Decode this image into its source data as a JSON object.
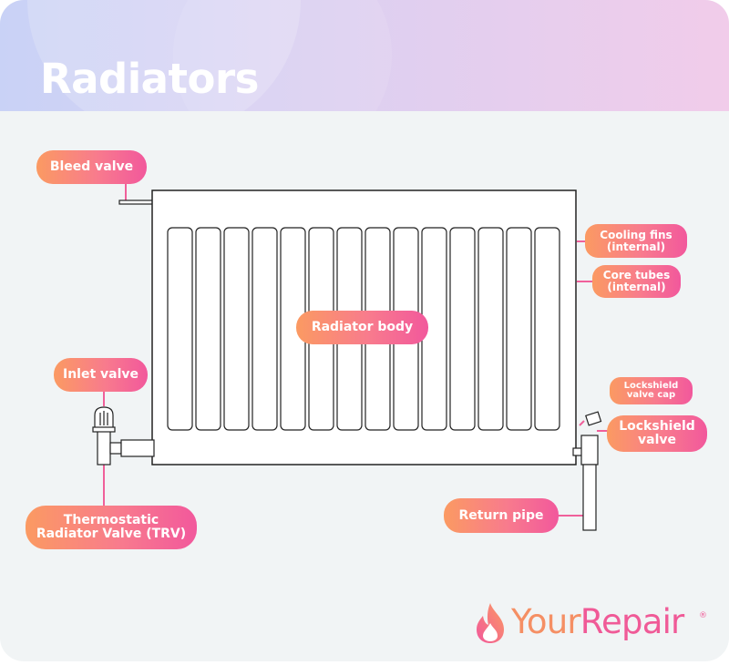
{
  "title": "Radiators",
  "labels": {
    "bleed_valve": "Bleed valve",
    "cooling_fins": "Cooling fins\n(internal)",
    "core_tubes": "Core tubes\n(internal)",
    "radiator_body": "Radiator body",
    "inlet_valve": "Inlet valve",
    "trv": "Thermostatic\nRadiator Valve (TRV)",
    "lockshield_cap": "Lockshield\nvalve cap",
    "lockshield_valve": "Lockshield\nvalve",
    "return_pipe": "Return pipe"
  },
  "logo": {
    "brand_part1": "Your",
    "brand_part2": "Repair",
    "registered_mark": "®"
  },
  "colors": {
    "accent_orange": "#fb9a62",
    "accent_pink": "#f2589c",
    "leader_line": "#f0609a",
    "outline": "#222222"
  }
}
